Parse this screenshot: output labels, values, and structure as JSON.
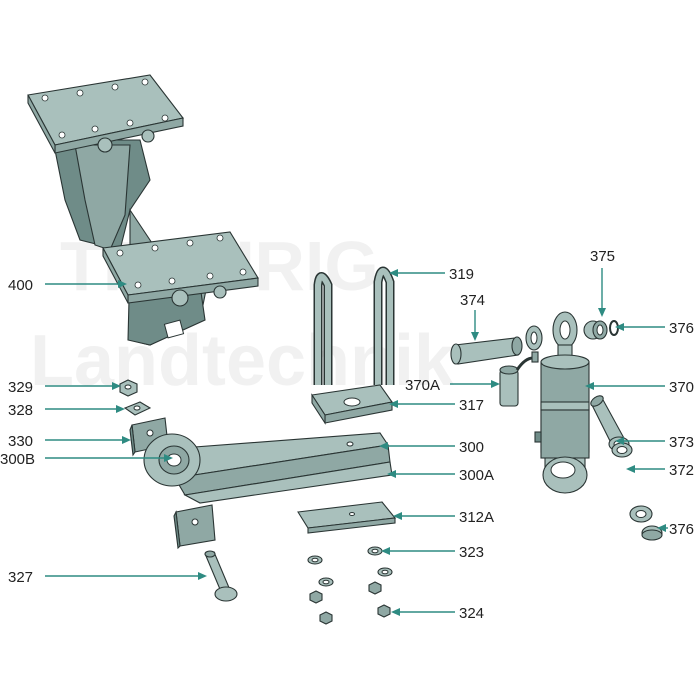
{
  "watermark": {
    "line1": "TRAURIG",
    "line2": "Landtechnik"
  },
  "callouts": {
    "c400": "400",
    "c319": "319",
    "c375": "375",
    "c374": "374",
    "c376a": "376",
    "c370A": "370A",
    "c370": "370",
    "c317": "317",
    "c329": "329",
    "c328": "328",
    "c330": "330",
    "c300": "300",
    "c300A": "300A",
    "c300B": "300B",
    "c373": "373",
    "c372": "372",
    "c376b": "376",
    "c312A": "312A",
    "c323": "323",
    "c327": "327",
    "c324": "324"
  },
  "colors": {
    "part": "#8fa8a4",
    "leader": "#2e8b82",
    "outline": "#2a3534"
  }
}
